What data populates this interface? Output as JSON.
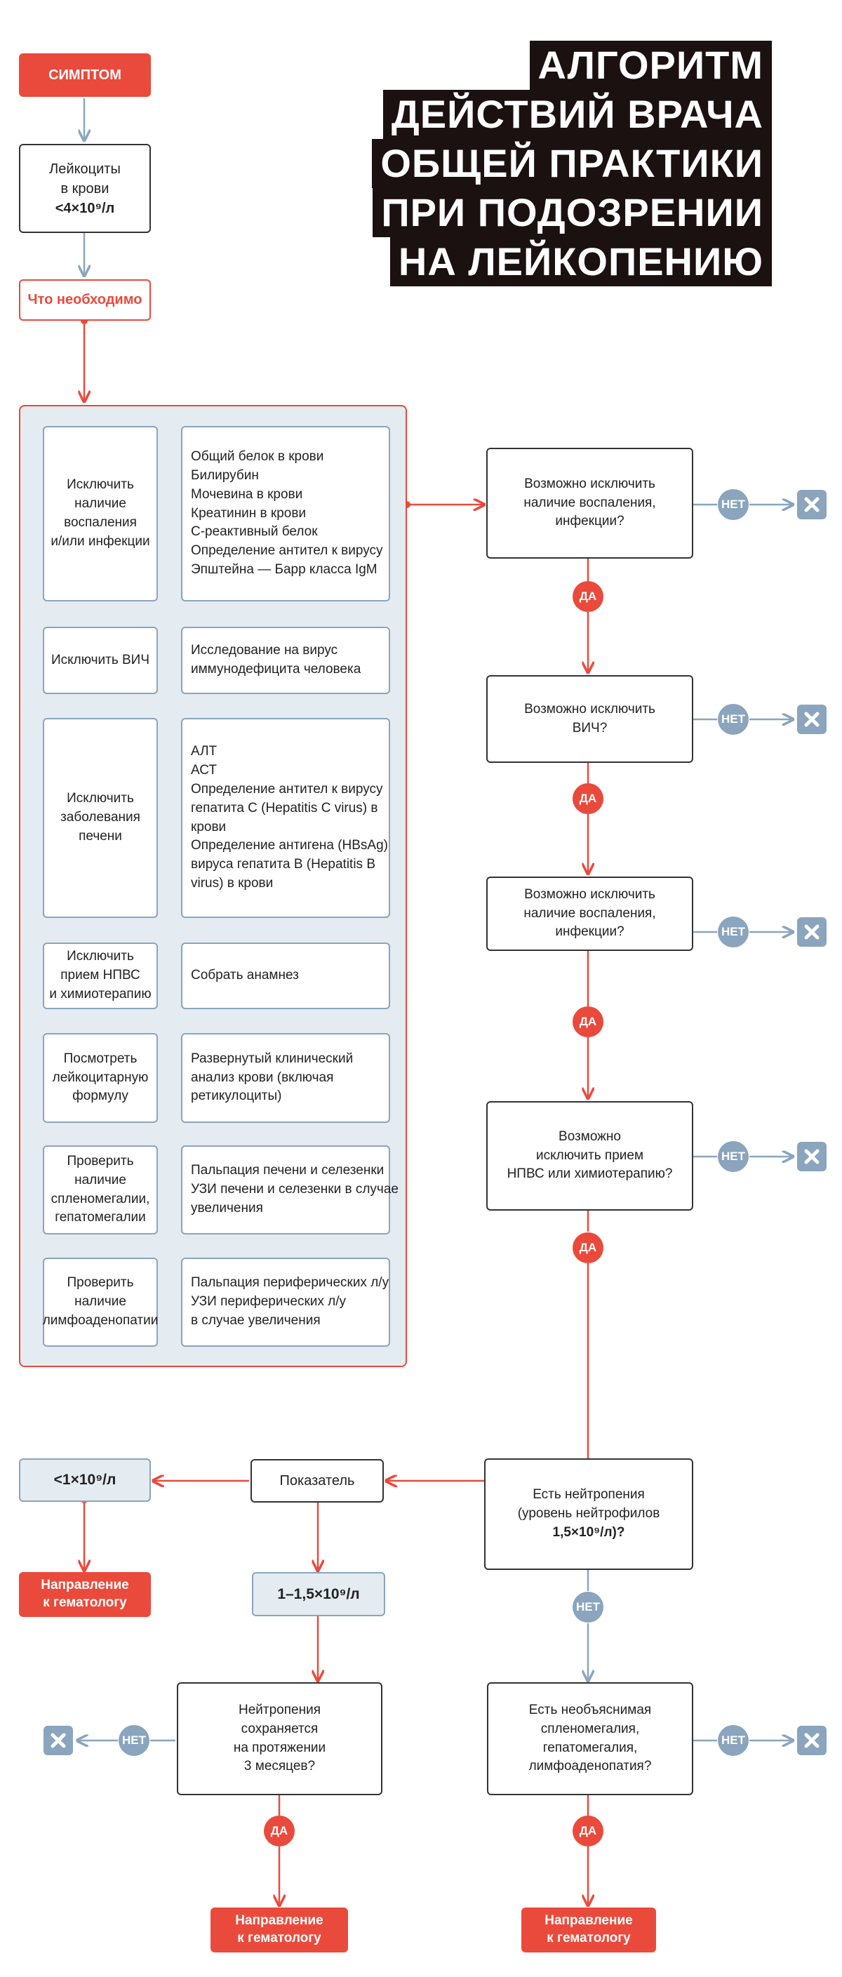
{
  "title": [
    "АЛГОРИТМ",
    "ДЕЙСТВИЙ ВРАЧА",
    "ОБЩЕЙ ПРАКТИКИ",
    "ПРИ ПОДОЗРЕНИИ",
    "НА ЛЕЙКОПЕНИЮ"
  ],
  "symptom_label": "СИМПТОМ",
  "leukocytes": [
    "Лейкоциты",
    "в крови",
    "<4×10⁹/л"
  ],
  "need_label": "Что необходимо",
  "checks": [
    {
      "left": [
        "Исключить",
        "наличие",
        "воспаления",
        "и/или инфекции"
      ],
      "right": [
        "Общий белок в крови",
        "Билирубин",
        "Мочевина в крови",
        "Креатинин в крови",
        "С-реактивный белок",
        "Определение антител к вирусу",
        "Эпштейна — Барр класса IgM"
      ]
    },
    {
      "left": [
        "Исключить ВИЧ"
      ],
      "right": [
        "Исследование на вирус",
        "иммунодефицита человека"
      ]
    },
    {
      "left": [
        "Исключить",
        "заболевания",
        "печени"
      ],
      "right": [
        "АЛТ",
        "АСТ",
        "Определение антител к вирусу",
        "гепатита С (Hepatitis C virus) в",
        "крови",
        "Определение антигена (HBsAg)",
        "вируса гепатита В (Hepatitis B",
        "virus) в крови"
      ]
    },
    {
      "left": [
        "Исключить",
        "прием НПВС",
        "и химиотерапию"
      ],
      "right": [
        "Собрать анамнез"
      ]
    },
    {
      "left": [
        "Посмотреть",
        "лейкоцитарную",
        "формулу"
      ],
      "right": [
        "Развернутый клинический",
        "анализ крови (включая",
        "ретикулоциты)"
      ]
    },
    {
      "left": [
        "Проверить",
        "наличие",
        "спленомегалии,",
        "гепатомегалии"
      ],
      "right": [
        "Пальпация печени и селезенки",
        "УЗИ печени и селезенки в случае",
        "увеличения"
      ]
    },
    {
      "left": [
        "Проверить",
        "наличие",
        "лимфоаденопатии"
      ],
      "right": [
        "Пальпация периферических л/у",
        "УЗИ периферических л/у",
        "в случае увеличения"
      ]
    }
  ],
  "decisions": [
    [
      "Возможно исключить",
      "наличие воспаления,",
      "инфекции?"
    ],
    [
      "Возможно исключить",
      "ВИЧ?"
    ],
    [
      "Возможно исключить",
      "наличие воспаления,",
      "инфекции?"
    ],
    [
      "Возможно",
      "исключить прием",
      "НПВС или химиотерапию?"
    ]
  ],
  "yes": "ДА",
  "no": "НЕТ",
  "close_icon": "close-icon",
  "neutropenia_question": [
    "Есть нейтропения",
    "(уровень нейтрофилов",
    "1,5×10⁹/л)?"
  ],
  "indicator": "Показатель",
  "low_value": "<1×10⁹/л",
  "mid_value": "1–1,5×10⁹/л",
  "referral": [
    "Направление",
    "к гематологу"
  ],
  "persists_question": [
    "Нейтропения",
    "сохраняется",
    "на протяжении",
    "3 месяцев?"
  ],
  "unexplained_question": [
    "Есть необъяснимая",
    "спленомегалия,",
    "гепатомегалия,",
    "лимфоаденопатия?"
  ],
  "colors": {
    "accent": "#ea4a3c",
    "steel": "#8aa5bd",
    "panel": "#e4ebf1",
    "dark": "#1a1110"
  }
}
